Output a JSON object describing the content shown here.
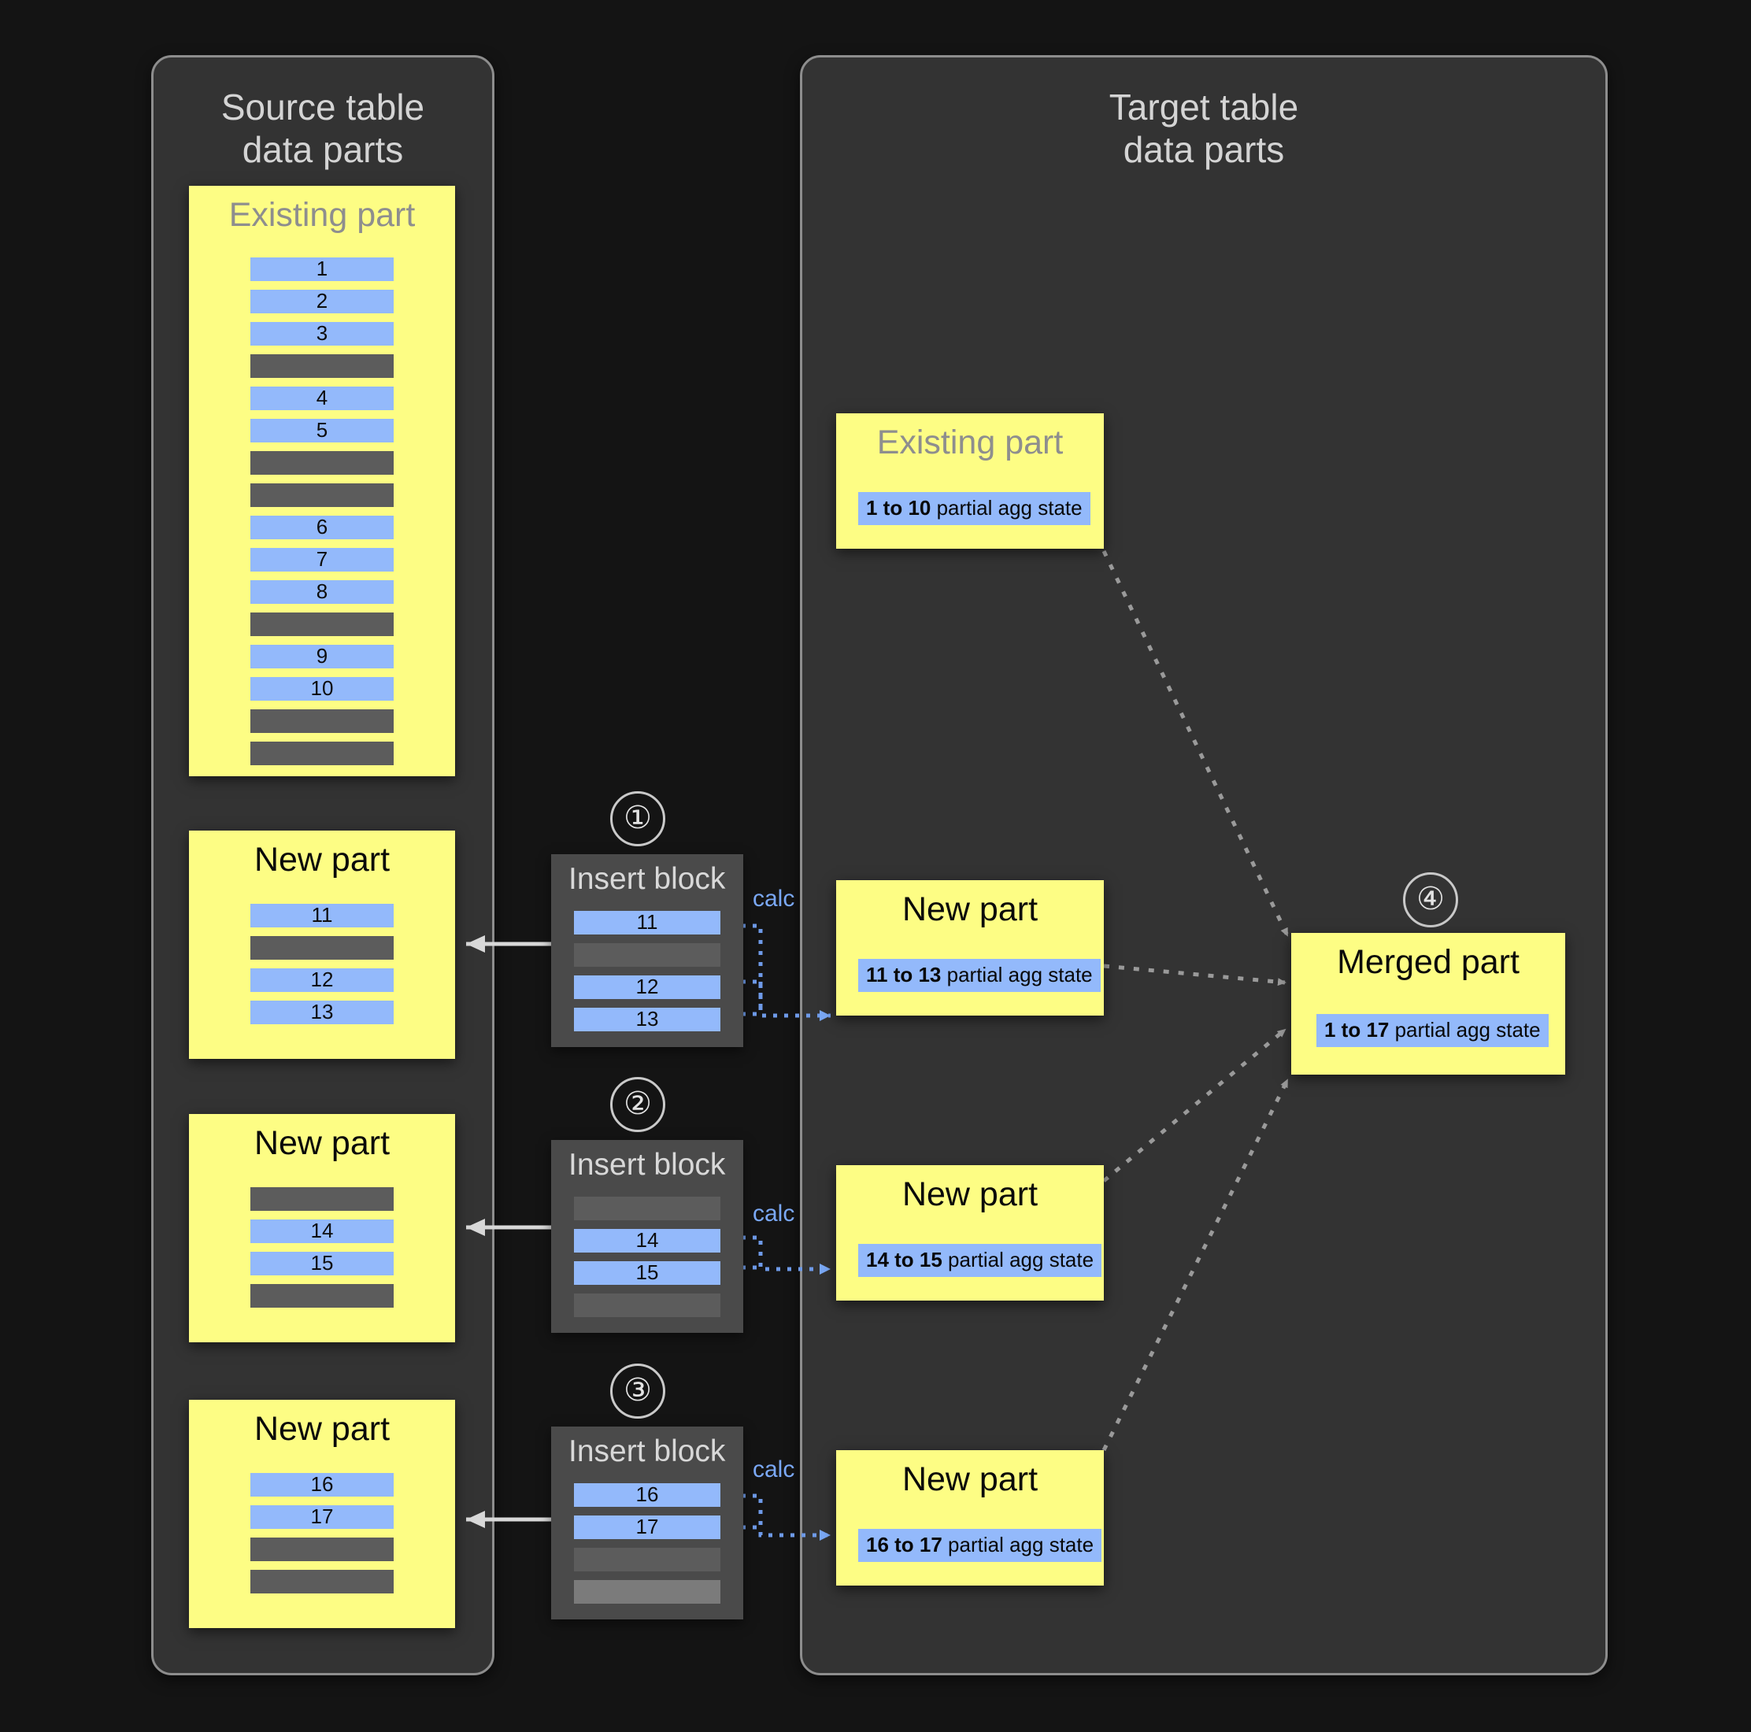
{
  "panels": {
    "source": {
      "title": "Source table\ndata parts"
    },
    "target": {
      "title": "Target table\ndata parts"
    }
  },
  "labels": {
    "existing_part": "Existing part",
    "new_part": "New part",
    "merged_part": "Merged part",
    "insert_block": "Insert block",
    "calc": "calc"
  },
  "steps": {
    "one": "①",
    "two": "②",
    "three": "③",
    "four": "④"
  },
  "colors": {
    "background": "#141414",
    "panel": "#333333",
    "panel_border": "#8d8d8d",
    "part_yellow": "#fdfd84",
    "row_blue": "#93b9fb",
    "row_grey": "#5c5c5c",
    "row_grey_light": "#7b7b7b",
    "insert_block": "#4a4a4a",
    "calc_blue": "#7aa8f5",
    "arrow_grey": "#a0a0a0",
    "title_grey": "#d4d4d4"
  },
  "source": {
    "existing_part": {
      "title": "Existing part",
      "rows": [
        {
          "type": "blue",
          "value": "1"
        },
        {
          "type": "blue",
          "value": "2"
        },
        {
          "type": "blue",
          "value": "3"
        },
        {
          "type": "grey",
          "value": ""
        },
        {
          "type": "blue",
          "value": "4"
        },
        {
          "type": "blue",
          "value": "5"
        },
        {
          "type": "grey",
          "value": ""
        },
        {
          "type": "grey",
          "value": ""
        },
        {
          "type": "blue",
          "value": "6"
        },
        {
          "type": "blue",
          "value": "7"
        },
        {
          "type": "blue",
          "value": "8"
        },
        {
          "type": "grey",
          "value": ""
        },
        {
          "type": "blue",
          "value": "9"
        },
        {
          "type": "blue",
          "value": "10"
        },
        {
          "type": "grey",
          "value": ""
        },
        {
          "type": "grey",
          "value": ""
        }
      ]
    },
    "new_parts": [
      {
        "title": "New part",
        "rows": [
          {
            "type": "blue",
            "value": "11"
          },
          {
            "type": "grey",
            "value": ""
          },
          {
            "type": "blue",
            "value": "12"
          },
          {
            "type": "blue",
            "value": "13"
          }
        ]
      },
      {
        "title": "New part",
        "rows": [
          {
            "type": "grey",
            "value": ""
          },
          {
            "type": "blue",
            "value": "14"
          },
          {
            "type": "blue",
            "value": "15"
          },
          {
            "type": "grey",
            "value": ""
          }
        ]
      },
      {
        "title": "New part",
        "rows": [
          {
            "type": "blue",
            "value": "16"
          },
          {
            "type": "blue",
            "value": "17"
          },
          {
            "type": "grey",
            "value": ""
          },
          {
            "type": "grey",
            "value": ""
          }
        ]
      }
    ]
  },
  "insert_blocks": [
    {
      "step": "①",
      "title": "Insert block",
      "calc": "calc",
      "rows": [
        {
          "type": "blue",
          "value": "11"
        },
        {
          "type": "grey",
          "value": ""
        },
        {
          "type": "blue",
          "value": "12"
        },
        {
          "type": "blue",
          "value": "13"
        }
      ]
    },
    {
      "step": "②",
      "title": "Insert block",
      "calc": "calc",
      "rows": [
        {
          "type": "grey",
          "value": ""
        },
        {
          "type": "blue",
          "value": "14"
        },
        {
          "type": "blue",
          "value": "15"
        },
        {
          "type": "grey",
          "value": ""
        }
      ]
    },
    {
      "step": "③",
      "title": "Insert block",
      "calc": "calc",
      "rows": [
        {
          "type": "blue",
          "value": "16"
        },
        {
          "type": "blue",
          "value": "17"
        },
        {
          "type": "grey",
          "value": ""
        },
        {
          "type": "grey-light",
          "value": ""
        }
      ]
    }
  ],
  "target": {
    "existing_part": {
      "title": "Existing part",
      "agg_range": "1 to 10",
      "agg_suffix": " partial agg state"
    },
    "new_parts": [
      {
        "title": "New part",
        "agg_range": "11 to 13",
        "agg_suffix": " partial agg state"
      },
      {
        "title": "New part",
        "agg_range": "14 to 15",
        "agg_suffix": " partial agg state"
      },
      {
        "title": "New part",
        "agg_range": "16 to 17",
        "agg_suffix": " partial agg state"
      }
    ],
    "merged_part": {
      "step": "④",
      "title": "Merged part",
      "agg_range": "1 to 17",
      "agg_suffix": " partial agg state"
    }
  }
}
